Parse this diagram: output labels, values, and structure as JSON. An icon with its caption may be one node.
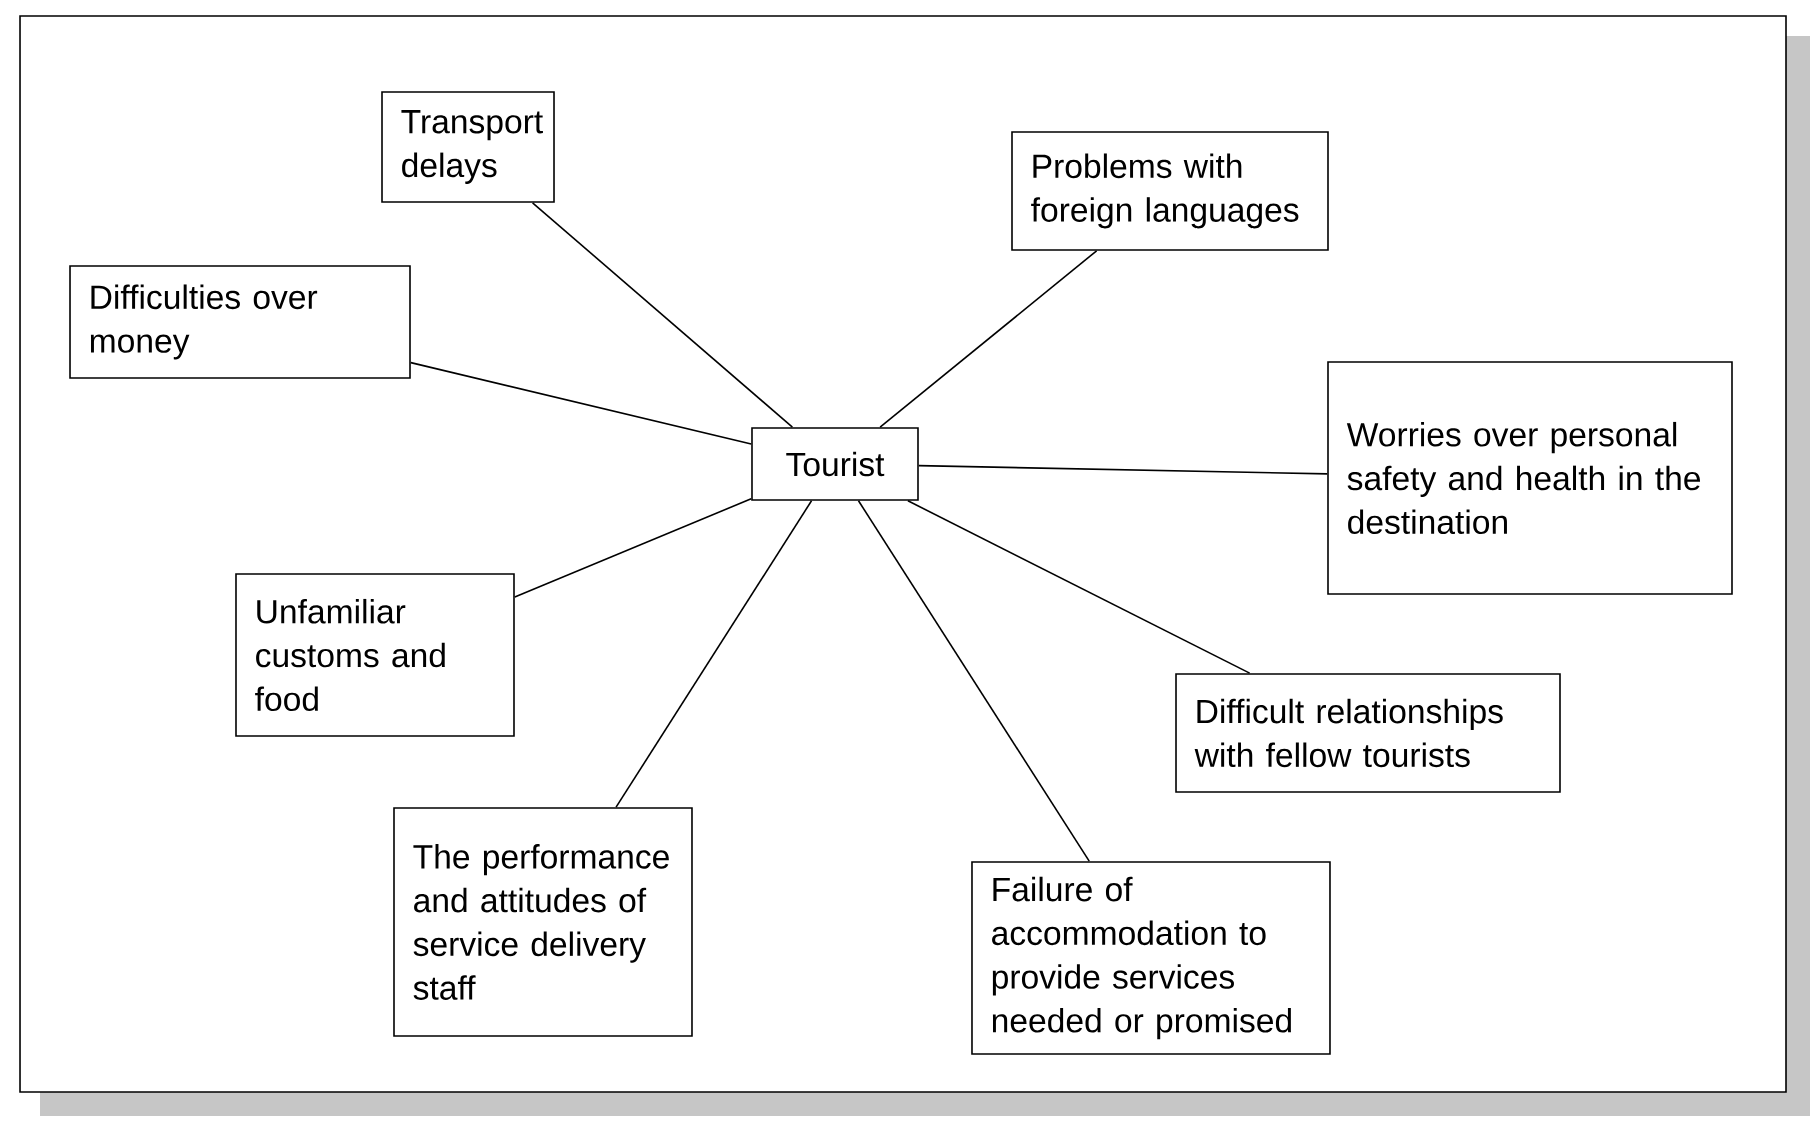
{
  "diagram": {
    "nodes": [
      {
        "text": [
          "Tourist"
        ]
      },
      {
        "text": [
          "Transport delays"
        ]
      },
      {
        "text": [
          "Problems with foreign languages"
        ]
      },
      {
        "text": [
          "Difficulties over money"
        ]
      },
      {
        "text": [
          "Worries over personal safety and health in the destination"
        ]
      },
      {
        "text": [
          "Unfamiliar customs and food"
        ]
      },
      {
        "text": [
          "Difficult relationships with fellow tourists"
        ]
      },
      {
        "text": [
          "The performance and attitudes of service delivery staff"
        ]
      },
      {
        "text": [
          "Failure of accommodation to provide services needed or promised"
        ]
      }
    ],
    "edges": [
      {
        "from": 0,
        "to": 1,
        "arrow": "none"
      },
      {
        "from": 0,
        "to": 2,
        "arrow": "none"
      },
      {
        "from": 0,
        "to": 3,
        "arrow": "none"
      },
      {
        "from": 0,
        "to": 4,
        "arrow": "none"
      },
      {
        "from": 0,
        "to": 5,
        "arrow": "none"
      },
      {
        "from": 0,
        "to": 6,
        "arrow": "none"
      },
      {
        "from": 0,
        "to": 7,
        "arrow": "none"
      },
      {
        "from": 0,
        "to": 8,
        "arrow": "none"
      }
    ]
  }
}
